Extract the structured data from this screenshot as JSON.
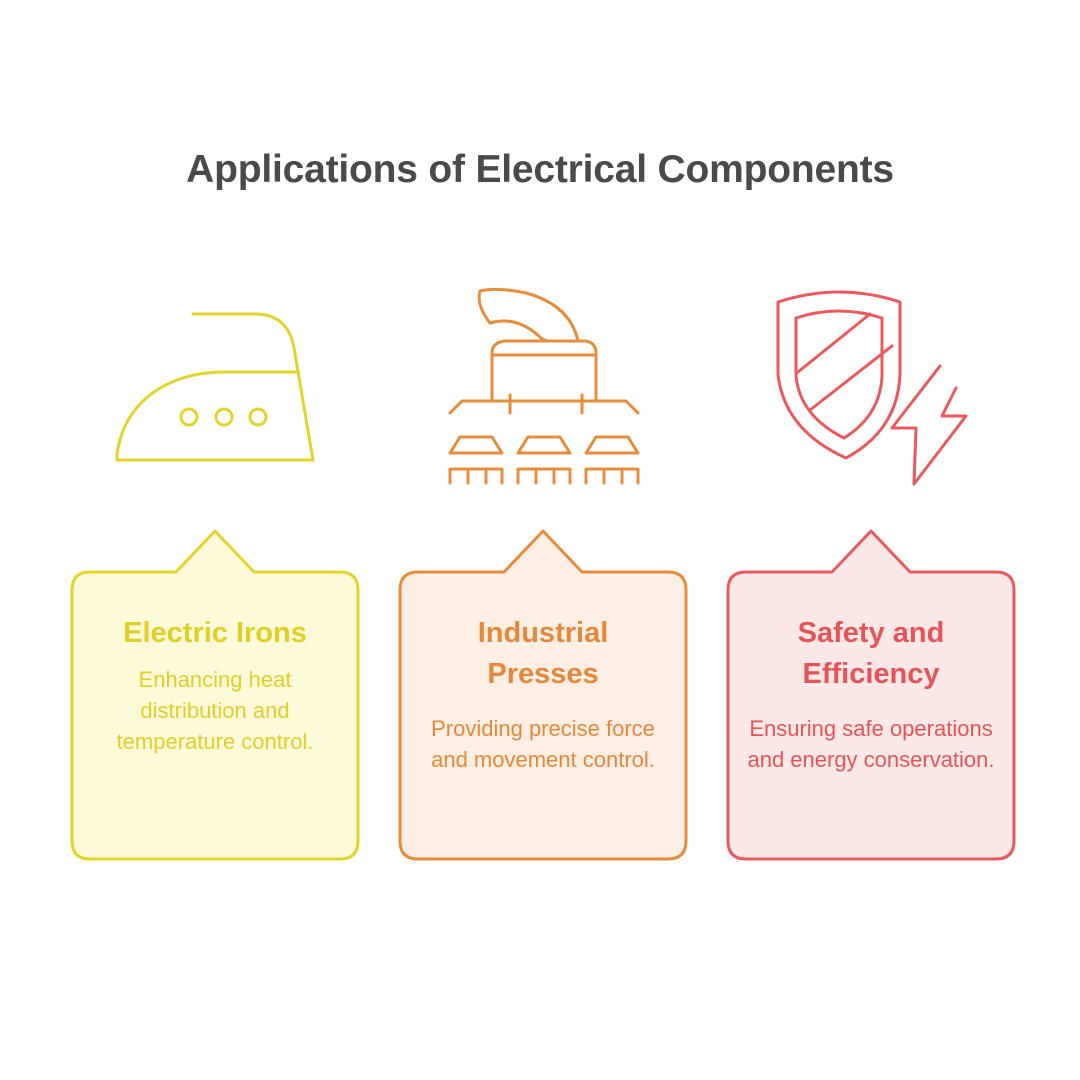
{
  "title": "Applications of Electrical Components",
  "colors": {
    "title": "#4a4a4a",
    "yellow_stroke": "#e3d42c",
    "yellow_fill": "#fdf9d9",
    "yellow_text": "#e0cf26",
    "orange_stroke": "#e68c3a",
    "orange_fill": "#fdefe4",
    "orange_text": "#e4893b",
    "red_stroke": "#e85a5e",
    "red_fill": "#fde8e8",
    "red_text": "#e65458"
  },
  "cards": [
    {
      "icon": "electric-iron-icon",
      "title": "Electric Irons",
      "description": "Enhancing heat distribution and temperature control."
    },
    {
      "icon": "industrial-press-icon",
      "title": "Industrial Presses",
      "description": "Providing precise force and movement control."
    },
    {
      "icon": "shield-lightning-icon",
      "title": "Safety and Efficiency",
      "description": "Ensuring safe operations and energy conservation."
    }
  ]
}
